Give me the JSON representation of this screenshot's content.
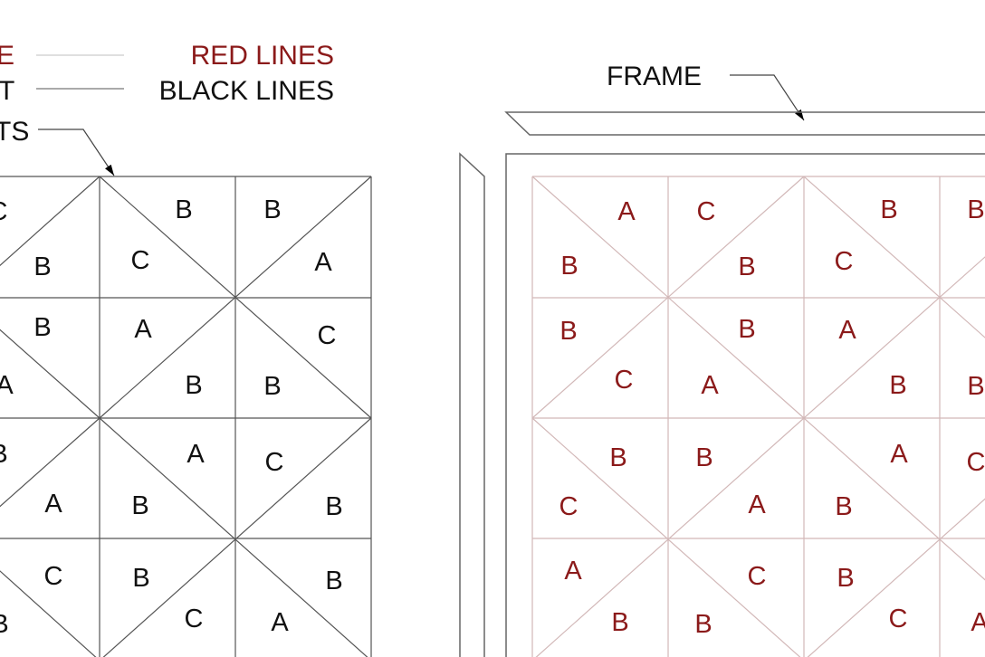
{
  "legend": {
    "red_line_label": "E",
    "red_lines": "RED LINES",
    "black_line_label": "T",
    "black_lines": "BLACK LINES",
    "parts_label": "TS",
    "frame": "FRAME"
  },
  "colors": {
    "red": "#8b1a1a",
    "black": "#111111"
  },
  "left_grid_labels": [
    "C",
    "B",
    "B",
    "B",
    "C",
    "A",
    "B",
    "A",
    "C",
    "A",
    "B",
    "B",
    "B",
    "A",
    "C",
    "A",
    "B",
    "B",
    "C",
    "B",
    "B",
    "B",
    "C",
    "A"
  ],
  "right_grid_labels": [
    "A",
    "C",
    "B",
    "B",
    "B",
    "B",
    "C",
    "B",
    "B",
    "A",
    "C",
    "A",
    "B",
    "B",
    "B",
    "B",
    "A",
    "C",
    "C",
    "A",
    "B",
    "A",
    "C",
    "B",
    "B",
    "B",
    "C",
    "A"
  ]
}
